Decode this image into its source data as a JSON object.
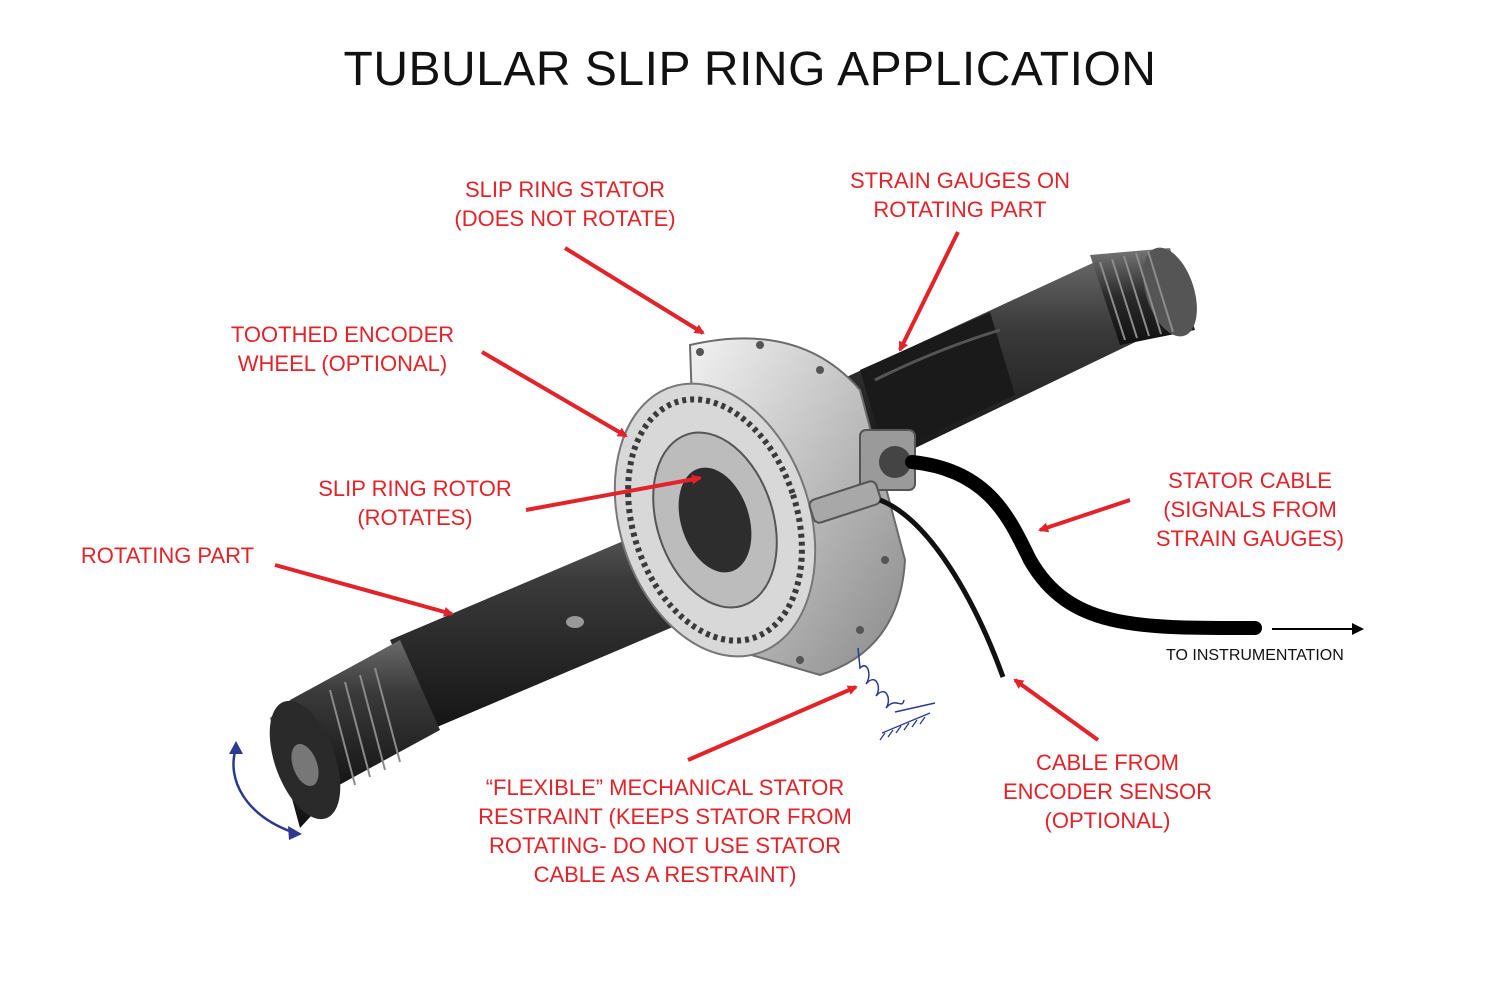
{
  "title": "TUBULAR SLIP RING APPLICATION",
  "colors": {
    "label": "#e2232a",
    "arrow": "#e2232a",
    "rotation_arrow": "#2b3a8f",
    "spring": "#2b3a8f"
  },
  "labels": {
    "stator": "SLIP RING STATOR\n(DOES NOT ROTATE)",
    "strain_gauges": "STRAIN GAUGES ON\nROTATING PART",
    "encoder_wheel": "TOOTHED ENCODER\nWHEEL (OPTIONAL)",
    "rotor": "SLIP RING ROTOR\n(ROTATES)",
    "rotating_part": "ROTATING PART",
    "stator_cable": "STATOR CABLE\n(SIGNALS FROM\nSTRAIN GAUGES)",
    "restraint": "“FLEXIBLE” MECHANICAL STATOR\nRESTRAINT (KEEPS STATOR FROM\nROTATING- DO NOT USE STATOR\nCABLE AS A RESTRAINT)",
    "encoder_cable": "CABLE FROM\nENCODER SENSOR\n(OPTIONAL)",
    "to_instrumentation": "TO INSTRUMENTATION"
  },
  "icons": [
    "shaft-illustration",
    "rotation-arrow-icon",
    "spring-restraint-icon",
    "ground-hatch-icon"
  ]
}
